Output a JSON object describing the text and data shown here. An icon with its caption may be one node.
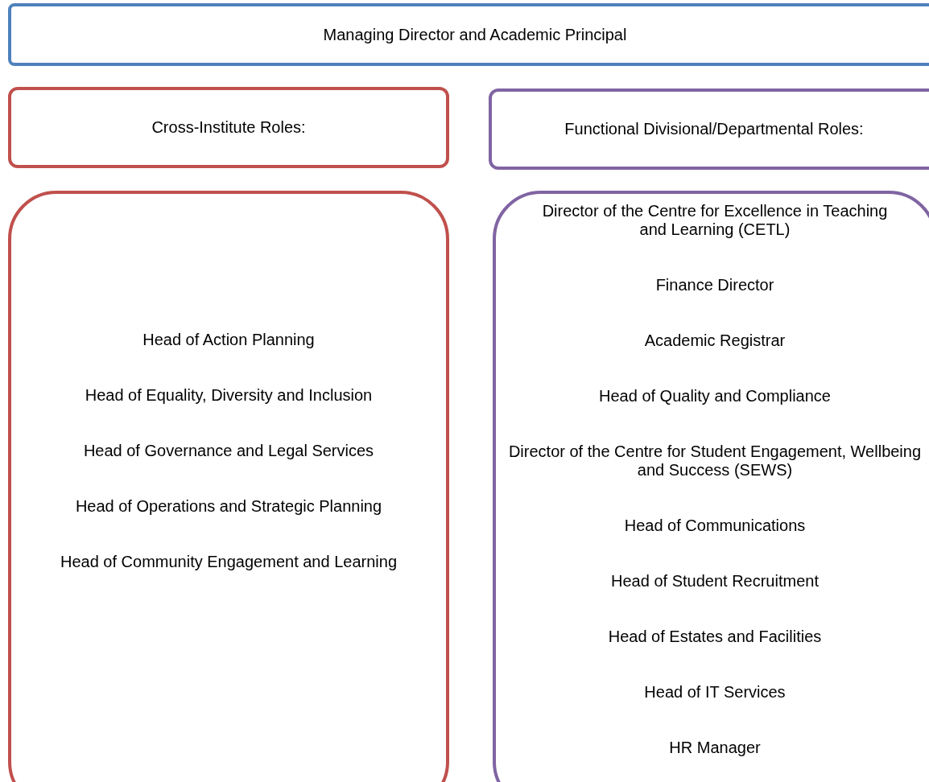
{
  "diagram": {
    "nodes": [
      {
        "text": [
          "Managing Director and Academic Principal"
        ]
      },
      {
        "text": [
          "Cross-Institute Roles:"
        ]
      },
      {
        "text": [
          "Functional Divisional/Departmental Roles:"
        ]
      },
      {
        "text": [
          "Head of Action Planning",
          "Head of Equality, Diversity and Inclusion",
          "Head of Governance and Legal Services",
          "Head of Operations and Strategic Planning",
          "Head of Community Engagement and Learning"
        ]
      },
      {
        "text": [
          "Director of the Centre for Excellence in Teaching and Learning (CETL)",
          "Finance Director",
          "Academic Registrar",
          "Head of Quality and Compliance",
          "Director of the Centre for Student Engagement, Wellbeing and Success (SEWS)",
          "Head of Communications",
          "Head of Student Recruitment",
          "Head of Estates and Facilities",
          "Head of IT Services",
          "HR Manager"
        ]
      }
    ]
  }
}
